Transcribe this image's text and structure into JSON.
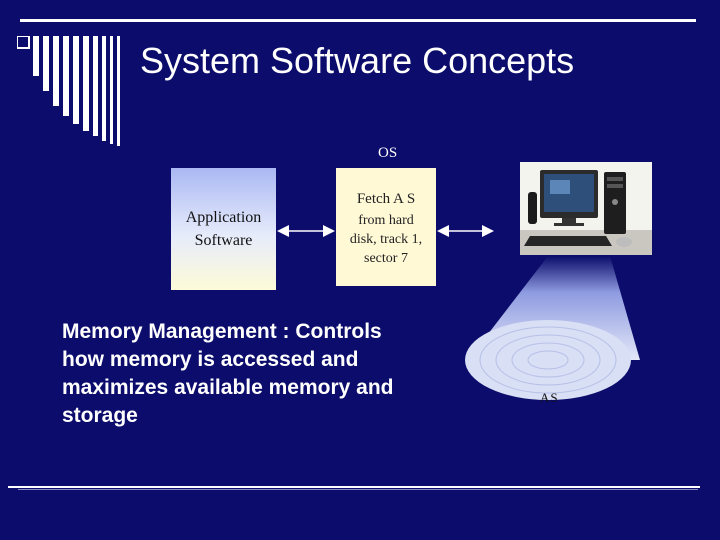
{
  "slide": {
    "title": "System Software Concepts",
    "os_label": "OS",
    "app_box_text": "Application\nSoftware",
    "fetch_title": "Fetch A S",
    "fetch_detail": "from hard\ndisk, track 1,\nsector 7",
    "disk_label": "AS",
    "body_text": "Memory Management : Controls\nhow memory is accessed and\nmaximizes available memory and\nstorage"
  },
  "colors": {
    "background": "#0b0c6b",
    "accent": "#ffffff",
    "app_box_top": "#aab8f3",
    "fetch_box": "#fff9d6",
    "beam": "#dfe4f7"
  },
  "icons": [
    "computer-image",
    "disk-platter"
  ]
}
